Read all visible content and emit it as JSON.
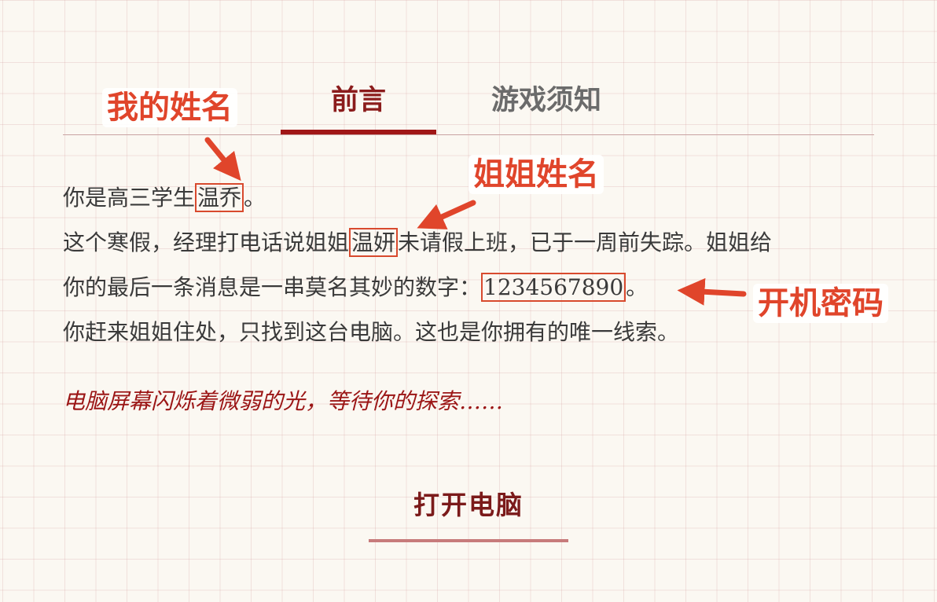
{
  "tabs": [
    {
      "label": "前言",
      "active": true
    },
    {
      "label": "游戏须知",
      "active": false
    }
  ],
  "story": {
    "line1_prefix": "你是高三学生",
    "player_name": "温乔",
    "line1_suffix": "。",
    "line2_prefix": "这个寒假，经理打电话说姐姐",
    "sister_name": "温妍",
    "line2_suffix": "未请假上班，已于一周前失踪。姐姐给",
    "line3_prefix": "你的最后一条消息是一串莫名其妙的数字：",
    "password": "1234567890",
    "line3_suffix": "。",
    "line4": "你赶来姐姐住处，只找到这台电脑。这也是你拥有的唯一线索。",
    "italic_line": "电脑屏幕闪烁着微弱的光，等待你的探索……"
  },
  "open_button_label": "打开电脑",
  "annotations": {
    "my_name": "我的姓名",
    "sister_name": "姐姐姓名",
    "password": "开机密码"
  },
  "colors": {
    "accent": "#8b1c1c",
    "annotation": "#e0452b",
    "background": "#fbf8f2"
  }
}
